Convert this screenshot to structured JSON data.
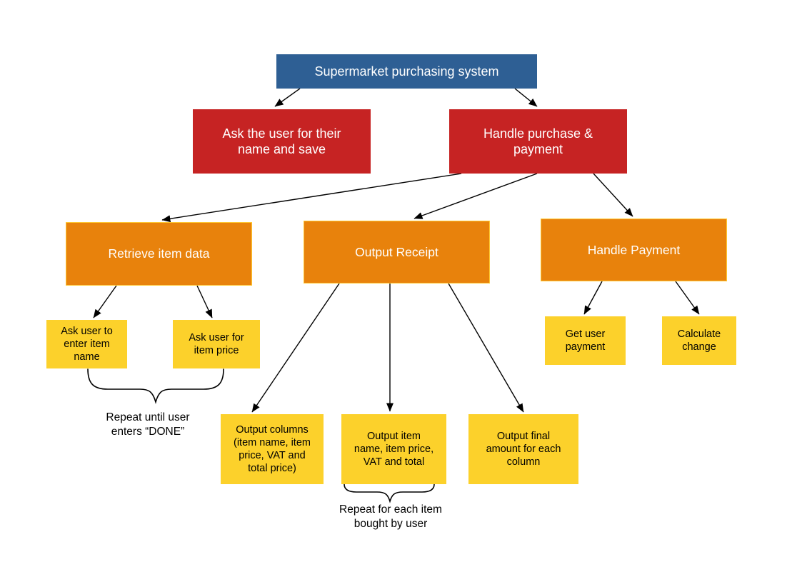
{
  "diagram": {
    "colors": {
      "level1": "#2E5F94",
      "level2": "#C62323",
      "level3": "#E8820C",
      "level4": "#FCD12B",
      "connector": "#000000",
      "text_light": "#FFFFFF",
      "text_dark": "#000000"
    },
    "nodes": {
      "root": {
        "label": "Supermarket purchasing system"
      },
      "ask_user_name": {
        "label": [
          "Ask the user for their",
          "name and save"
        ]
      },
      "handle_purchase": {
        "label": [
          "Handle purchase &",
          "payment"
        ]
      },
      "retrieve_item_data": {
        "label": "Retrieve item data"
      },
      "output_receipt": {
        "label": "Output Receipt"
      },
      "handle_payment": {
        "label": "Handle Payment"
      },
      "ask_item_name": {
        "label": [
          "Ask user to",
          "enter item",
          "name"
        ]
      },
      "ask_item_price": {
        "label": [
          "Ask user for",
          "item price"
        ]
      },
      "output_columns": {
        "label": [
          "Output columns",
          "(item name, item",
          "price, VAT and",
          "total price)"
        ]
      },
      "output_item_line": {
        "label": [
          "Output item",
          "name, item price,",
          "VAT and total"
        ]
      },
      "output_final_amount": {
        "label": [
          "Output final",
          "amount for each",
          "column"
        ]
      },
      "get_user_payment": {
        "label": [
          "Get user",
          "payment"
        ]
      },
      "calculate_change": {
        "label": [
          "Calculate",
          "change"
        ]
      }
    },
    "annotations": {
      "repeat_done": {
        "label": [
          "Repeat until user",
          "enters “DONE”"
        ]
      },
      "repeat_items": {
        "label": [
          "Repeat for each item",
          "bought by user"
        ]
      }
    }
  }
}
